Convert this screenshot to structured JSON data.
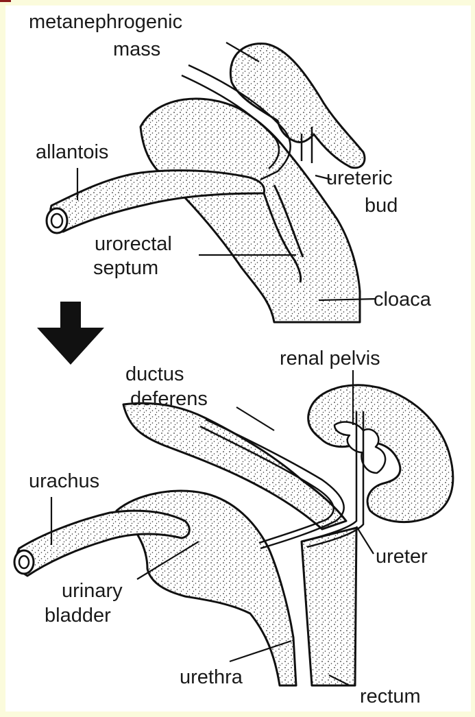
{
  "labels": {
    "metanephrogenic": "metanephrogenic",
    "mass": "mass",
    "allantois": "allantois",
    "ureteric": "ureteric",
    "bud": "bud",
    "urorectal": "urorectal",
    "septum": "septum",
    "cloaca": "cloaca",
    "renal_pelvis": "renal pelvis",
    "ductus": "ductus",
    "deferens": "deferens",
    "urachus": "urachus",
    "ureter": "ureter",
    "urinary": "urinary",
    "bladder": "bladder",
    "urethra": "urethra",
    "rectum": "rectum"
  },
  "colors": {
    "background": "#fbfbdc",
    "panel": "#ffffff",
    "ink": "#1a1a1a",
    "accent": "#8b1c1c"
  }
}
